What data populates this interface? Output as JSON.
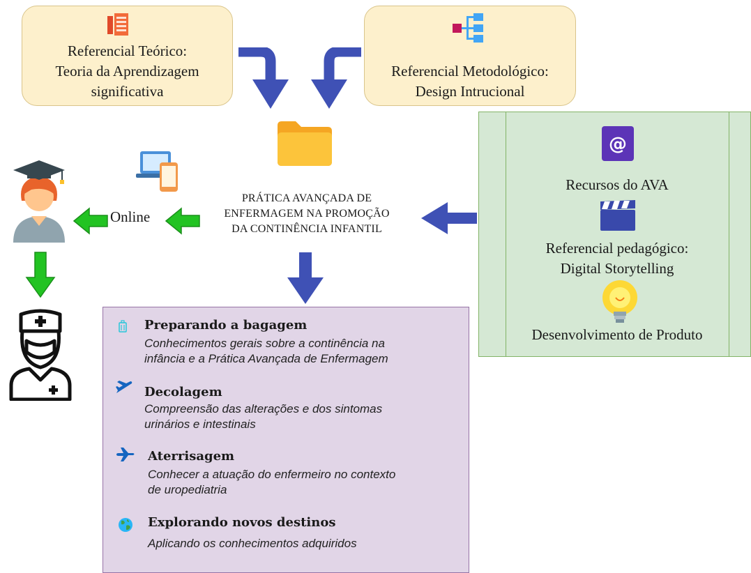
{
  "theory_box": {
    "lines": [
      "Referencial Teórico:",
      "Teoria da Aprendizagem",
      "significativa"
    ],
    "icon": "document-list-icon"
  },
  "method_box": {
    "lines": [
      "Referencial Metodológico:",
      "Design Intrucional"
    ],
    "icon": "flowchart-icon"
  },
  "center": {
    "lines": [
      "PRÁTICA AVANÇADA DE",
      "ENFERMAGEM NA PROMOÇÃO",
      "DA CONTINÊNCIA INFANTIL"
    ],
    "icon": "folder-icon"
  },
  "online_label": "Online",
  "ava_panel": {
    "resources": "Recursos do AVA",
    "pedagogical": [
      "Referencial pedagógico:",
      "Digital Storytelling"
    ],
    "product": "Desenvolvimento de Produto"
  },
  "stages": [
    {
      "title": "Preparando a bagagem",
      "desc": [
        "Conhecimentos gerais sobre a continência na",
        "infância e a Prática Avançada de Enfermagem"
      ],
      "icon": "luggage-icon"
    },
    {
      "title": "Decolagem",
      "desc": [
        "Compreensão das alterações e dos sintomas",
        "urinários e intestinais"
      ],
      "icon": "airplane-takeoff-icon"
    },
    {
      "title": "Aterrisagem",
      "desc": [
        "Conhecer a atuação do enfermeiro no contexto",
        "de uropediatria"
      ],
      "icon": "airplane-landing-icon"
    },
    {
      "title": "Explorando novos destinos",
      "desc": [
        "Aplicando os conhecimentos adquiridos"
      ],
      "icon": "globe-icon"
    }
  ],
  "colors": {
    "blue_arrow": "#3f51b5",
    "green_arrow": "#22c322",
    "yellow_box": "#fdf0cc",
    "green_panel": "#d5e8d4",
    "purple_panel": "#e1d5e7"
  }
}
